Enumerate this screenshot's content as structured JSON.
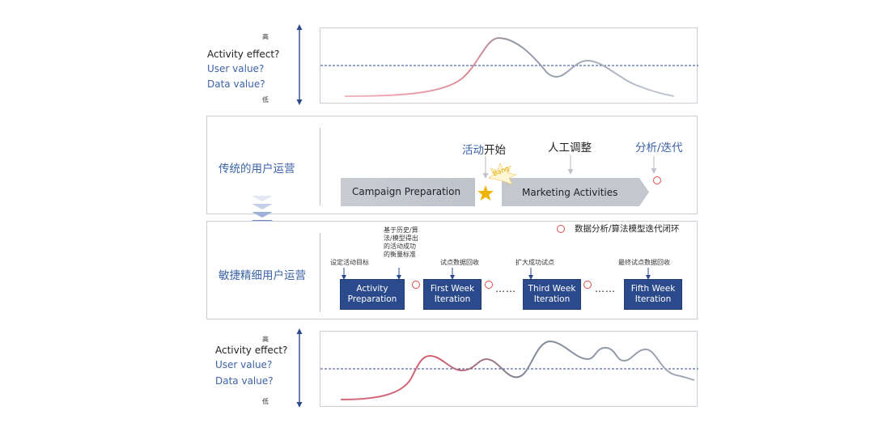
{
  "colors": {
    "accent": "#3c63a7",
    "box": "#2b4a8c",
    "bar": "#c4c7ce",
    "star": "#f0b400",
    "circle": "#e04a4a",
    "curve_start": "#e07c8c",
    "curve_end": "#8d93a3"
  },
  "top_chart": {
    "high": "高",
    "low": "低",
    "questions": [
      "Activity effect?",
      "User value?",
      "Data value?"
    ]
  },
  "traditional": {
    "title": "传统的用户运营",
    "bar_left": "Campaign Preparation",
    "bar_right": "Marketing Activities",
    "start_label_a": "活动",
    "start_label_b": "开始",
    "bang": "Bang",
    "manual": "人工调整",
    "analyze": "分析/迭代"
  },
  "agile": {
    "title": "敏捷精细用户运营",
    "legend": "数据分析/算法模型迭代闭环",
    "notes": {
      "set_goal": "设定活动目标",
      "history": "基于历史/算\n法/模型得出\n的活动成功\n的衡量标准",
      "trial": "试点数据回收",
      "expand": "扩大成功试点",
      "final": "最终试点数据回收"
    },
    "boxes": [
      "Activity\nPreparation",
      "First Week\nIteration",
      "Third Week\nIteration",
      "Fifth Week\nIteration"
    ],
    "ellipsis": "……"
  },
  "bottom_chart": {
    "high": "高",
    "low": "低",
    "questions": [
      "Activity effect?",
      "User value?",
      "Data value?"
    ]
  }
}
